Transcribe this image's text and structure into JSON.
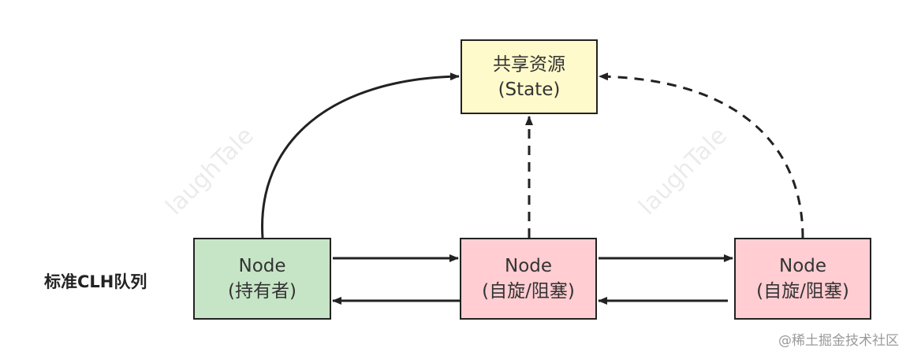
{
  "nodes": {
    "resource": {
      "line1": "共享资源",
      "line2": "(State)",
      "fill": "#FFFACB"
    },
    "holder": {
      "line1": "Node",
      "line2": "(持有者)",
      "fill": "#C6E5C6"
    },
    "waiter1": {
      "line1": "Node",
      "line2": "(自旋/阻塞)",
      "fill": "#FFCDD2"
    },
    "waiter2": {
      "line1": "Node",
      "line2": "(自旋/阻塞)",
      "fill": "#FFCDD2"
    }
  },
  "queue_label": "标准CLH队列",
  "watermark": "laughTale",
  "site_mark": "@稀土掘金技术社区",
  "edge_color": "#222222"
}
